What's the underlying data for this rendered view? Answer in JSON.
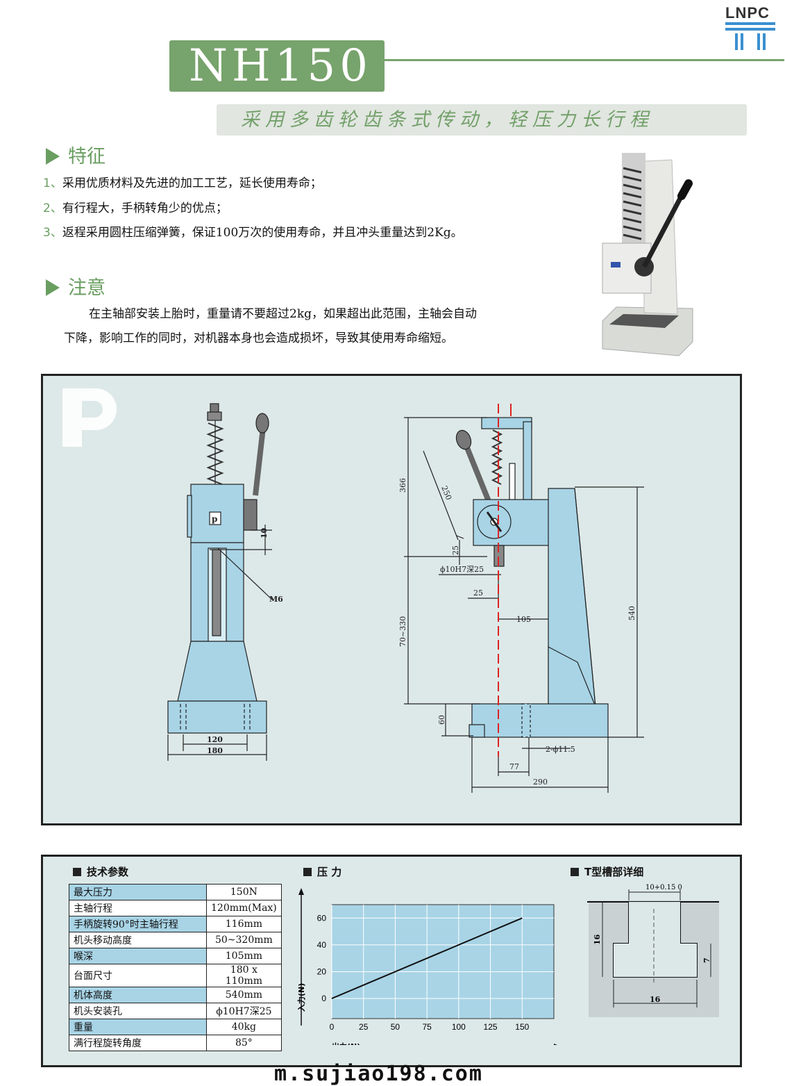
{
  "brand": {
    "logo_text": "LNPC"
  },
  "model": {
    "name": "NH150"
  },
  "tagline": "采用多齿轮齿条式传动，轻压力长行程",
  "features": {
    "title": "特征",
    "items": [
      {
        "num": "1、",
        "text": "采用优质材料及先进的加工工艺，延长使用寿命；"
      },
      {
        "num": "2、",
        "text": "有行程大，手柄转角少的优点；"
      },
      {
        "num": "3、",
        "text": "返程采用圆柱压缩弹簧，保证100万次的使用寿命，并且冲头重量达到2Kg。"
      }
    ]
  },
  "notice": {
    "title": "注意",
    "line1": "在主轴部安装上胎时，重量请不要超过2kg，如果超出此范围，主轴会自动",
    "line2": "下降，影响工作的同时，对机器本身也会造成损坏，导致其使用寿命缩短。"
  },
  "drawing": {
    "front": {
      "m6": "M6",
      "d10": "10",
      "d120": "120",
      "d180": "180"
    },
    "side": {
      "d366": "366",
      "d250": "250",
      "d25a": "25",
      "bore": "ϕ10H7深25",
      "d25b": "25",
      "d105": "105",
      "d540": "540",
      "d70330": "70~330",
      "d60": "60",
      "holes": "2-ϕ11.5",
      "d77": "77",
      "d290": "290"
    }
  },
  "specs": {
    "title": "技术参数",
    "rows": [
      {
        "k": "最大压力",
        "v": "150N"
      },
      {
        "k": "主轴行程",
        "v": "120mm(Max)"
      },
      {
        "k": "手柄旋转90°时主轴行程",
        "v": "116mm"
      },
      {
        "k": "机头移动高度",
        "v": "50~320mm"
      },
      {
        "k": "喉深",
        "v": "105mm"
      },
      {
        "k": "台面尺寸",
        "v": "180 x 110mm"
      },
      {
        "k": "机体高度",
        "v": "540mm"
      },
      {
        "k": "机头安装孔",
        "v": "ϕ10H7深25"
      },
      {
        "k": "重量",
        "v": "40kg"
      },
      {
        "k": "满行程旋转角度",
        "v": "85°"
      }
    ]
  },
  "chart_data": {
    "type": "line",
    "title": "压 力",
    "xlabel": "出力(N)",
    "ylabel": "入力(N)",
    "x_ticks": [
      0,
      25,
      50,
      75,
      100,
      125,
      150
    ],
    "y_ticks": [
      0,
      20,
      40,
      60
    ],
    "x": [
      0,
      150
    ],
    "y": [
      0,
      60
    ],
    "xlim": [
      0,
      175
    ],
    "ylim": [
      -15,
      70
    ]
  },
  "tslot": {
    "title": "T型槽部详细",
    "width": "10+0.15 0",
    "depth": "16",
    "head_h": "7",
    "head_w": "16"
  },
  "footer": {
    "url": "m.sujiao198.com"
  },
  "colors": {
    "accent_green": "#77a36c",
    "panel_bg": "#dde9e8",
    "machine_blue": "#a8d4e6",
    "centerline_red": "#dd2222"
  }
}
